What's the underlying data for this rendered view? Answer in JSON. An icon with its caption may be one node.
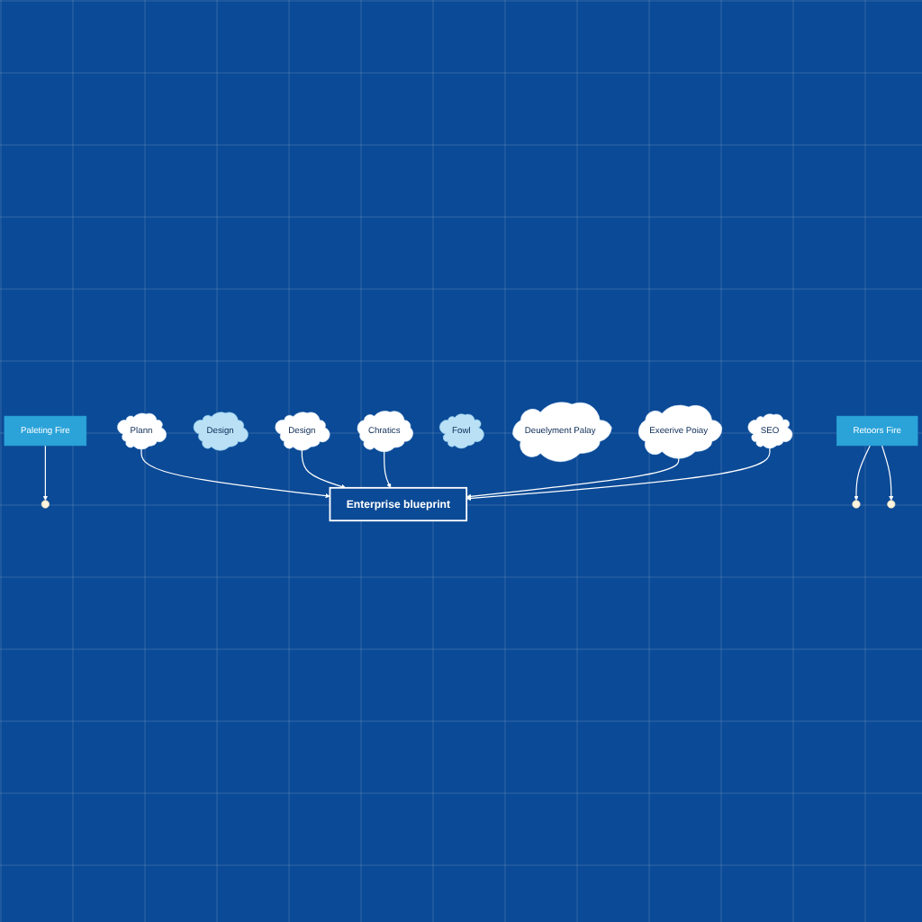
{
  "diagram": {
    "nodes": [
      {
        "text": [
          "Enterprise blueprint"
        ]
      },
      {
        "text": [
          "Paleting Fire"
        ]
      },
      {
        "text": [
          "Plann"
        ]
      },
      {
        "text": [
          "Design"
        ]
      },
      {
        "text": [
          "Design"
        ]
      },
      {
        "text": [
          "Chratics"
        ]
      },
      {
        "text": [
          "Fowl"
        ]
      },
      {
        "text": [
          "Deuelyment Palay"
        ]
      },
      {
        "text": [
          "Exeerive Poiay"
        ]
      },
      {
        "text": [
          "SEO"
        ]
      },
      {
        "text": [
          "Retoors Fire"
        ]
      }
    ],
    "edges": [
      {
        "from": 1,
        "to": null,
        "arrow": "to"
      },
      {
        "from": 2,
        "to": 0,
        "arrow": "to"
      },
      {
        "from": 4,
        "to": 0,
        "arrow": "to"
      },
      {
        "from": 5,
        "to": 0,
        "arrow": "to"
      },
      {
        "from": 8,
        "to": 0,
        "arrow": "to"
      },
      {
        "from": 9,
        "to": 0,
        "arrow": "to"
      },
      {
        "from": 10,
        "to": null,
        "arrow": "to"
      },
      {
        "from": 10,
        "to": null,
        "arrow": "to"
      }
    ]
  }
}
